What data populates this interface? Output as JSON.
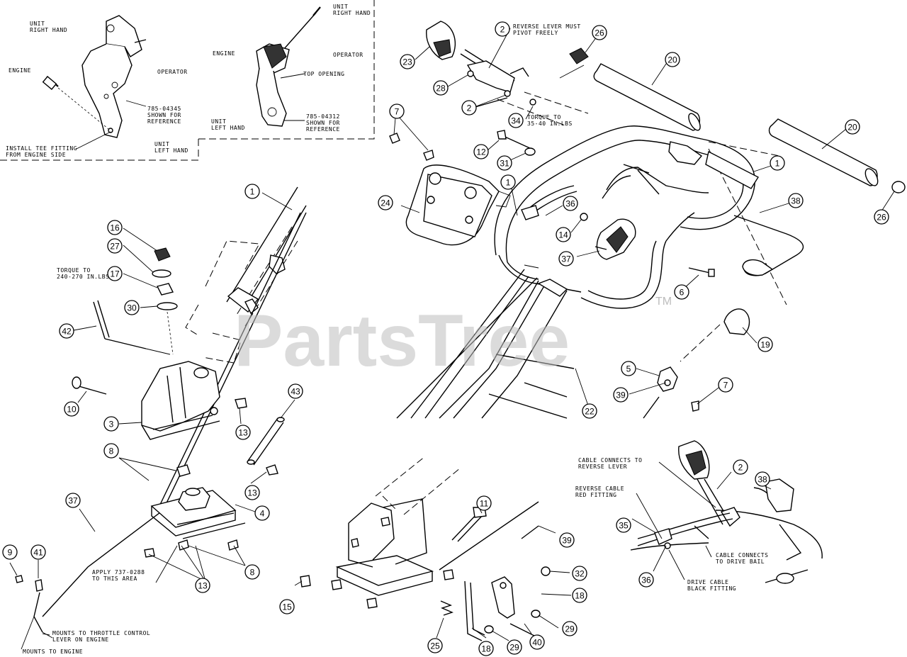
{
  "watermark": {
    "text": "PartsTree",
    "trademark": "TM"
  },
  "inset_left": {
    "label_unit": "UNIT\nRIGHT HAND",
    "label_engine": "ENGINE",
    "label_operator": "OPERATOR",
    "label_ref": "785-04345\nSHOWN FOR\nREFERENCE",
    "label_install": "INSTALL TEE FITTING\nFROM ENGINE SIDE",
    "label_left": "UNIT\nLEFT HAND"
  },
  "inset_middle": {
    "label_unit": "UNIT\nRIGHT HAND",
    "label_engine": "ENGINE",
    "label_operator": "OPERATOR",
    "label_opening": "TOP OPENING",
    "label_ref": "785-04312\nSHOWN FOR\nREFERENCE",
    "label_left": "UNIT\nLEFT HAND"
  },
  "notes": {
    "reverse_lever": "REVERSE LEVER MUST\nPIVOT FREELY",
    "torque_34": "TORQUE TO\n35-40 IN.LBS",
    "torque_17": "TORQUE TO\n240-270 IN.LBS",
    "apply": "APPLY 737-0288\nTO THIS AREA",
    "mounts_throttle": "MOUNTS TO THROTTLE CONTROL\nLEVER ON ENGINE",
    "mounts_engine": "MOUNTS TO ENGINE",
    "cable_reverse": "CABLE CONNECTS TO\nREVERSE LEVER",
    "reverse_cable": "REVERSE CABLE\nRED FITTING",
    "cable_drive": "CABLE CONNECTS\nTO DRIVE BAIL",
    "drive_cable": "DRIVE CABLE\nBLACK FITTING"
  },
  "callouts": [
    {
      "id": "c-2a",
      "label": "2"
    },
    {
      "id": "c-26a",
      "label": "26"
    },
    {
      "id": "c-23",
      "label": "23"
    },
    {
      "id": "c-20a",
      "label": "20"
    },
    {
      "id": "c-28",
      "label": "28"
    },
    {
      "id": "c-2b",
      "label": "2"
    },
    {
      "id": "c-7a",
      "label": "7"
    },
    {
      "id": "c-34",
      "label": "34"
    },
    {
      "id": "c-20b",
      "label": "20"
    },
    {
      "id": "c-12",
      "label": "12"
    },
    {
      "id": "c-31",
      "label": "31"
    },
    {
      "id": "c-1a",
      "label": "1"
    },
    {
      "id": "c-1b",
      "label": "1"
    },
    {
      "id": "c-24",
      "label": "24"
    },
    {
      "id": "c-36a",
      "label": "36"
    },
    {
      "id": "c-38a",
      "label": "38"
    },
    {
      "id": "c-26b",
      "label": "26"
    },
    {
      "id": "c-14",
      "label": "14"
    },
    {
      "id": "c-37a",
      "label": "37"
    },
    {
      "id": "c-6",
      "label": "6"
    },
    {
      "id": "c-19",
      "label": "19"
    },
    {
      "id": "c-5",
      "label": "5"
    },
    {
      "id": "c-7b",
      "label": "7"
    },
    {
      "id": "c-39a",
      "label": "39"
    },
    {
      "id": "c-22",
      "label": "22"
    },
    {
      "id": "c-1c",
      "label": "1"
    },
    {
      "id": "c-16",
      "label": "16"
    },
    {
      "id": "c-27",
      "label": "27"
    },
    {
      "id": "c-17",
      "label": "17"
    },
    {
      "id": "c-30",
      "label": "30"
    },
    {
      "id": "c-42",
      "label": "42"
    },
    {
      "id": "c-10",
      "label": "10"
    },
    {
      "id": "c-3",
      "label": "3"
    },
    {
      "id": "c-43",
      "label": "43"
    },
    {
      "id": "c-13a",
      "label": "13"
    },
    {
      "id": "c-8a",
      "label": "8"
    },
    {
      "id": "c-13b",
      "label": "13"
    },
    {
      "id": "c-37b",
      "label": "37"
    },
    {
      "id": "c-4",
      "label": "4"
    },
    {
      "id": "c-8b",
      "label": "8"
    },
    {
      "id": "c-9",
      "label": "9"
    },
    {
      "id": "c-41",
      "label": "41"
    },
    {
      "id": "c-13c",
      "label": "13"
    },
    {
      "id": "c-11",
      "label": "11"
    },
    {
      "id": "c-39b",
      "label": "39"
    },
    {
      "id": "c-32",
      "label": "32"
    },
    {
      "id": "c-18a",
      "label": "18"
    },
    {
      "id": "c-15",
      "label": "15"
    },
    {
      "id": "c-29a",
      "label": "29"
    },
    {
      "id": "c-25",
      "label": "25"
    },
    {
      "id": "c-18b",
      "label": "18"
    },
    {
      "id": "c-29b",
      "label": "29"
    },
    {
      "id": "c-40",
      "label": "40"
    },
    {
      "id": "c-2c",
      "label": "2"
    },
    {
      "id": "c-38b",
      "label": "38"
    },
    {
      "id": "c-35",
      "label": "35"
    },
    {
      "id": "c-36b",
      "label": "36"
    }
  ]
}
